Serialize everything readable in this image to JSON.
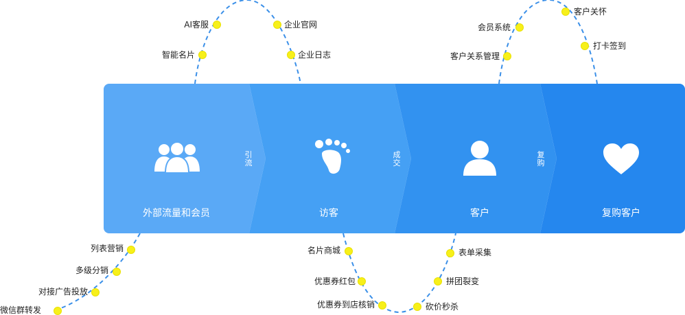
{
  "stages": [
    {
      "label": "外部流量和会员",
      "icon": "users-icon"
    },
    {
      "label": "访客",
      "icon": "footprint-icon"
    },
    {
      "label": "客户",
      "icon": "user-icon"
    },
    {
      "label": "复购客户",
      "icon": "heart-icon"
    }
  ],
  "transitions": [
    {
      "label": "引流"
    },
    {
      "label": "成交"
    },
    {
      "label": "复购"
    }
  ],
  "colors": {
    "stage1": "#5aa9f6",
    "stage2": "#45a0f4",
    "stage3": "#3292f0",
    "stage4": "#2587ee",
    "curve": "#3a8fe8",
    "dot": "#f7f01a"
  },
  "tags_top_left": [
    "AI客服",
    "智能名片"
  ],
  "tags_top_mid": [
    "企业官网",
    "企业日志"
  ],
  "tags_top_right_left": [
    "会员系统",
    "客户关系管理"
  ],
  "tags_top_right_right": [
    "客户关怀",
    "打卡签到"
  ],
  "tags_bottom_left": [
    "列表营销",
    "多级分销",
    "对接广告投放",
    "微信群转发"
  ],
  "tags_bottom_mid": [
    "名片商城",
    "优惠券红包",
    "优惠券到店核销"
  ],
  "tags_bottom_right": [
    "表单采集",
    "拼团裂变",
    "砍价秒杀"
  ]
}
